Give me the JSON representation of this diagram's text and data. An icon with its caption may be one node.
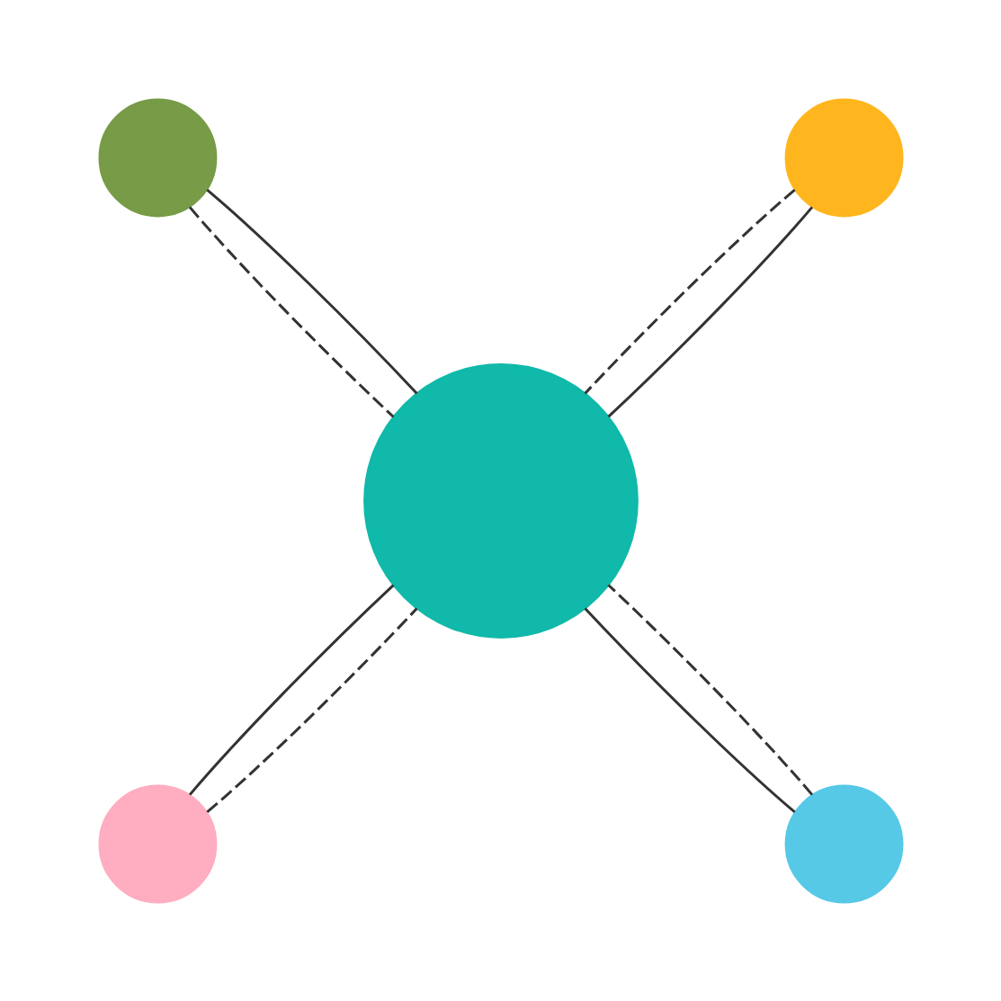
{
  "diagram": {
    "nodes": [
      {
        "text": [],
        "shape": "circle"
      },
      {
        "text": [],
        "shape": "circle"
      },
      {
        "text": [],
        "shape": "circle"
      },
      {
        "text": [],
        "shape": "circle"
      },
      {
        "text": [],
        "shape": "circle"
      }
    ],
    "edges": [
      {
        "from": 1,
        "to": 0,
        "arrow": "none"
      },
      {
        "from": 1,
        "to": 0,
        "arrow": "none",
        "style": "dashed"
      },
      {
        "from": 2,
        "to": 0,
        "arrow": "none"
      },
      {
        "from": 2,
        "to": 0,
        "arrow": "none",
        "style": "dashed"
      },
      {
        "from": 3,
        "to": 0,
        "arrow": "none"
      },
      {
        "from": 3,
        "to": 0,
        "arrow": "none",
        "style": "dashed"
      },
      {
        "from": 4,
        "to": 0,
        "arrow": "none"
      },
      {
        "from": 4,
        "to": 0,
        "arrow": "none",
        "style": "dashed"
      }
    ]
  }
}
